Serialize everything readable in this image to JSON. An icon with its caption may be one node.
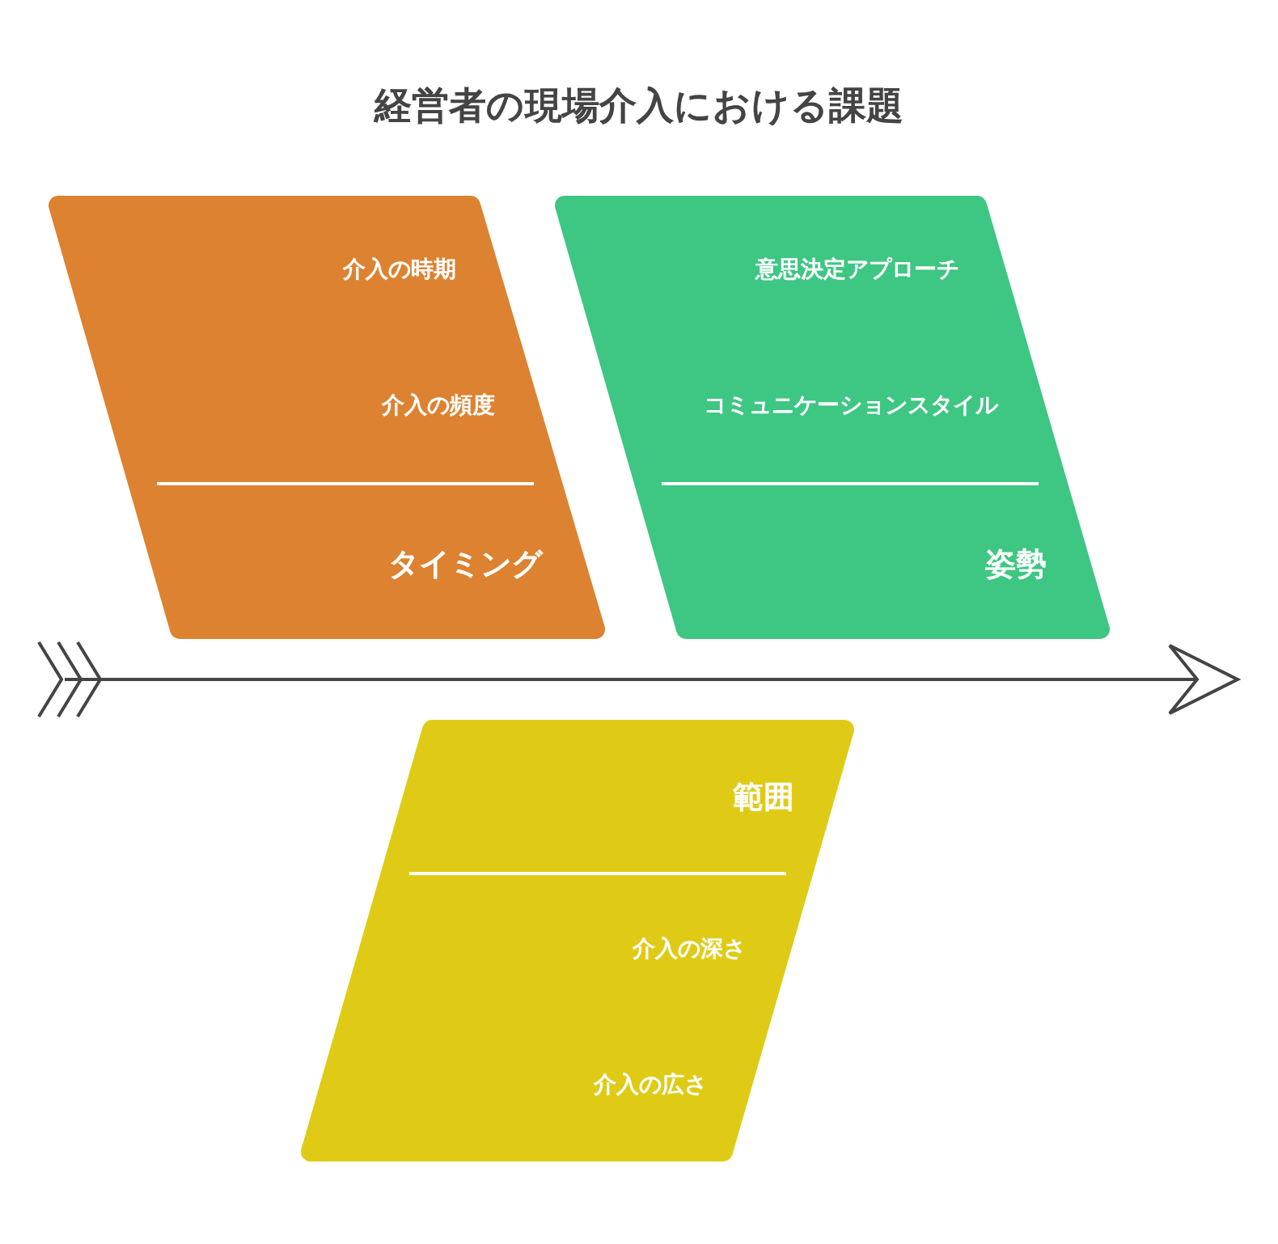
{
  "diagram": {
    "title": "経営者の現場介入における課題",
    "nodes": [
      {
        "text": [
          "介入の時期",
          "介入の頻度",
          "タイミング"
        ]
      },
      {
        "text": [
          "意思決定アプローチ",
          "コミュニケーションスタイル",
          "姿勢"
        ]
      },
      {
        "text": [
          "範囲",
          "介入の深さ",
          "介入の広さ"
        ]
      }
    ]
  }
}
